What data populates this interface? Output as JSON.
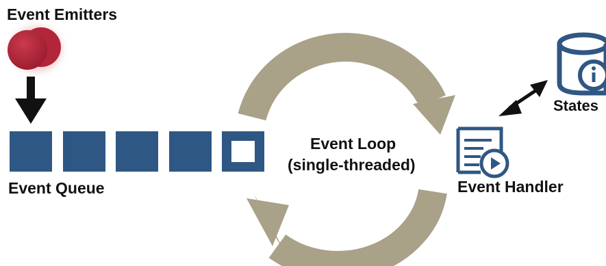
{
  "labels": {
    "emitters": "Event Emitters",
    "queue": "Event Queue",
    "loop_line1": "Event Loop",
    "loop_line2": "(single-threaded)",
    "handler": "Event Handler",
    "states": "States"
  },
  "queue": {
    "filled_slots": 4,
    "empty_slots": 1
  },
  "colors": {
    "queue_fill": "#2f5783",
    "emitter_red": "#b3253a",
    "loop_arrow": "#a9a188",
    "handler_blue": "#2f5783",
    "text": "#111111"
  },
  "icons": {
    "emitters": "red-circles-icon",
    "handler": "document-play-icon",
    "states": "database-info-icon"
  }
}
